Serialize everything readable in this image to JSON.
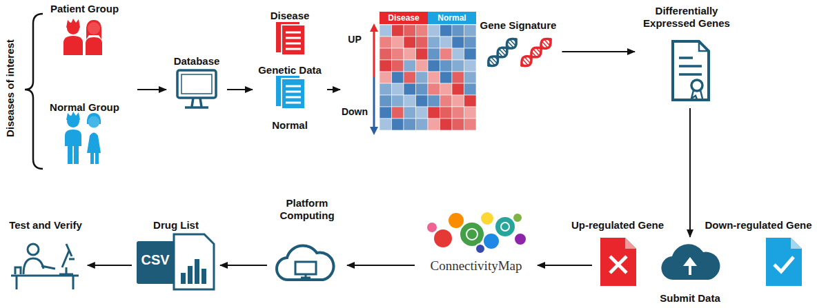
{
  "diagram": {
    "nodes": [
      {
        "text": [
          "Diseases of interest"
        ]
      },
      {
        "text": [
          "Patient Group"
        ],
        "in": 0
      },
      {
        "text": [
          "Normal Group"
        ],
        "in": 0
      },
      {
        "text": [
          "Database"
        ]
      },
      {
        "text": [
          "Disease",
          "Genetic Data",
          "Normal"
        ]
      },
      {
        "text": [
          "Disease",
          "Normal",
          "UP",
          "Down"
        ]
      },
      {
        "text": [
          "Gene Signature"
        ]
      },
      {
        "text": [
          "Differentially Expressed Genes"
        ]
      },
      {
        "text": [
          "Up-regulated Gene"
        ]
      },
      {
        "text": [
          "Submit Data"
        ]
      },
      {
        "text": [
          "Down-regulated Gene"
        ]
      },
      {
        "text": [
          "ConnectivityMap"
        ]
      },
      {
        "text": [
          "Platform Computing"
        ]
      },
      {
        "text": [
          "Drug List",
          "CSV"
        ]
      },
      {
        "text": [
          "Test and Verify"
        ]
      }
    ],
    "edges": [
      {
        "from": 0,
        "to": 3,
        "arrow": "to"
      },
      {
        "from": 3,
        "to": 4,
        "arrow": "to"
      },
      {
        "from": 4,
        "to": 5,
        "arrow": "to"
      },
      {
        "from": 6,
        "to": 7,
        "arrow": "to"
      },
      {
        "from": 7,
        "to": 9,
        "arrow": "to"
      },
      {
        "from": 8,
        "to": 11,
        "arrow": "to"
      },
      {
        "from": 11,
        "to": 12,
        "arrow": "to"
      },
      {
        "from": 12,
        "to": 13,
        "arrow": "to"
      },
      {
        "from": 13,
        "to": 14,
        "arrow": "to"
      }
    ]
  }
}
